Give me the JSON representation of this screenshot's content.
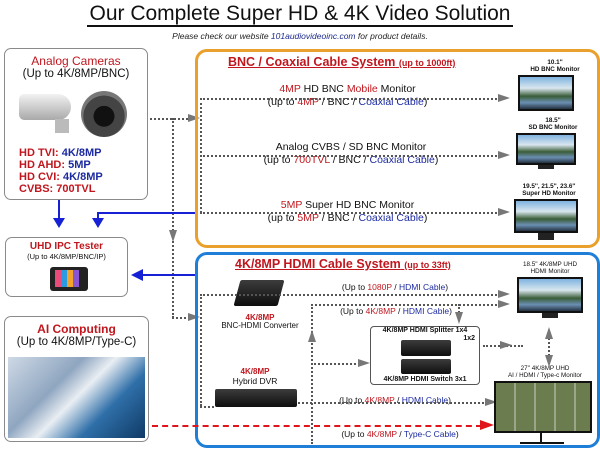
{
  "header": {
    "title": "Our Complete Super HD & 4K Video Solution",
    "subtitle_prefix": "Please check our website ",
    "subtitle_link": "101audiovideoinc.com",
    "subtitle_suffix": " for product details."
  },
  "analog_cameras": {
    "title": "Analog Cameras",
    "subtitle": "(Up to 4K/8MP/BNC)",
    "specs": [
      {
        "label": "HD TVI: ",
        "value": "4K/8MP"
      },
      {
        "label": "HD AHD: ",
        "value": "5MP"
      },
      {
        "label": "HD CVI: ",
        "value": "4K/8MP"
      },
      {
        "label": "CVBS: ",
        "value": "700TVL"
      }
    ]
  },
  "ipc_tester": {
    "title": "UHD IPC Tester",
    "subtitle": "(Up to 4K/8MP/BNC/IP)"
  },
  "ai_computing": {
    "title": "AI Computing",
    "subtitle": "(Up to 4K/8MP/Type-C)"
  },
  "bnc_system": {
    "title": "BNC / Coaxial Cable System",
    "title_range": "(up to 1000ft)",
    "links": [
      {
        "line1_red": "4MP",
        "line1_a": " HD BNC ",
        "line1_red2": "Mobile",
        "line1_b": " Monitor",
        "line2_a": "(up to ",
        "line2_red": "4MP",
        "line2_b": " / BNC / ",
        "line2_blue": "Coaxial Cable",
        "line2_c": ")"
      },
      {
        "line1_red": "",
        "line1_a": "Analog CVBS / SD BNC Monitor",
        "line1_red2": "",
        "line1_b": "",
        "line2_a": "(up to ",
        "line2_red": "700TVL",
        "line2_b": " / BNC / ",
        "line2_blue": "Coaxial Cable",
        "line2_c": ")"
      },
      {
        "line1_red": "5MP",
        "line1_a": " Super HD BNC Monitor",
        "line1_red2": "",
        "line1_b": "",
        "line2_a": "(up to ",
        "line2_red": "5MP",
        "line2_b": " / BNC / ",
        "line2_blue": "Coaxial Cable",
        "line2_c": ")"
      }
    ],
    "monitors": [
      {
        "size": "10.1''",
        "name": "HD BNC Monitor"
      },
      {
        "size": "18.5''",
        "name": "SD BNC Monitor"
      },
      {
        "size": "19.5'', 21.5'', 23.6''",
        "name": "Super HD Monitor"
      }
    ]
  },
  "hdmi_system": {
    "title": "4K/8MP HDMI Cable System",
    "title_range": "(up to 33ft)",
    "converter": {
      "red": "4K/8MP",
      "name": "BNC-HDMI Converter"
    },
    "dvr": {
      "red": "4K/8MP",
      "name": "Hybrid DVR"
    },
    "splitter_label": "4K/8MP HDMI Splitter 1x4",
    "splitter_sub": "1x2",
    "switch_label": "4K/8MP HDMI Switch 3x1",
    "monitor_uhd": {
      "line1": "18.5'' 4K/8MP UHD",
      "line2": "HDMI Monitor"
    },
    "monitor_27": {
      "line1": "27'' 4K/8MP UHD",
      "line2": "AI / HDMI / Type-c Monitor"
    },
    "links": {
      "l1": {
        "a": "(Up to ",
        "red": "1080P",
        "b": " / ",
        "blue": "HDMI Cable",
        "c": ")"
      },
      "l2": {
        "a": "(Up to ",
        "red": "4K/8MP",
        "b": " / ",
        "blue": "HDMI Cable",
        "c": ")"
      },
      "l3": {
        "a": "(Up to ",
        "red": "4K/8MP",
        "b": " / ",
        "blue": "HDMI Cable",
        "c": ")"
      },
      "l4": {
        "a": "(Up to ",
        "red": "4K/8MP",
        "b": " / ",
        "blue": "Type-C Cable",
        "c": ")"
      }
    }
  },
  "colors": {
    "red": "#c0171e",
    "blue": "#1c2aa0",
    "orange_border": "#e9a02c",
    "blue_border": "#1f7ed8",
    "arrow_blue": "#1620d4",
    "arrow_red": "#e0141b"
  }
}
